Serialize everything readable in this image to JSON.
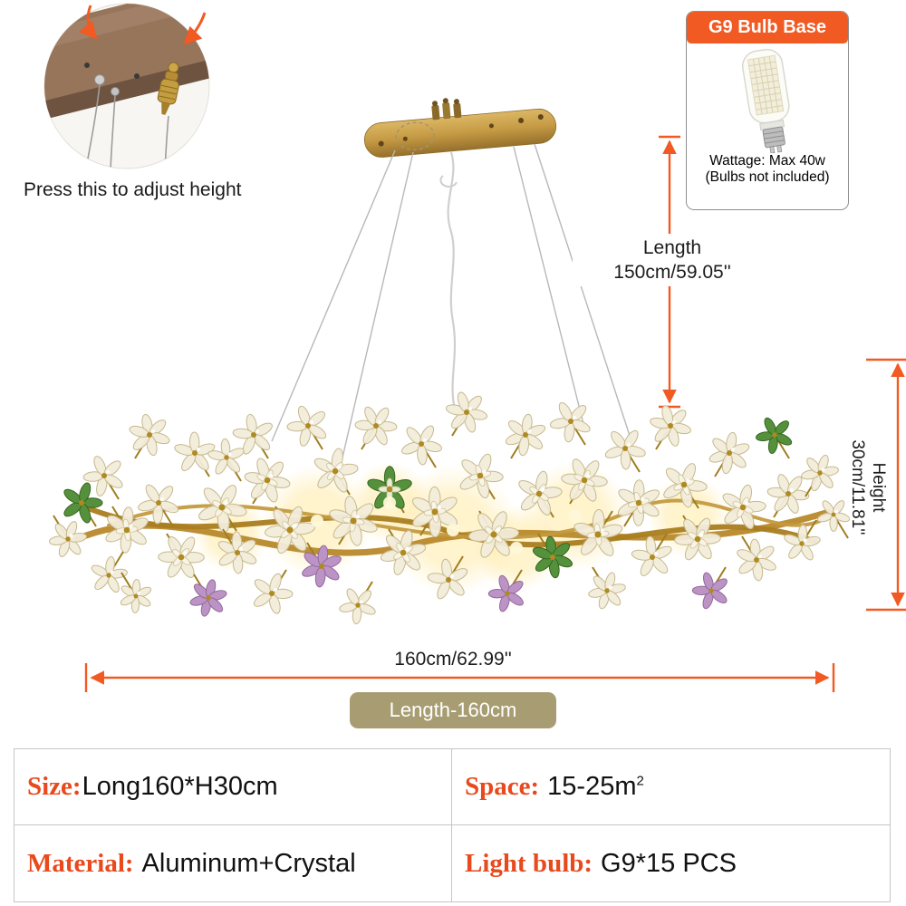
{
  "inset": {
    "caption": "Press this to adjust height"
  },
  "bulb_box": {
    "title": "G9 Bulb Base",
    "wattage": "Wattage: Max 40w",
    "note": "(Bulbs not included)"
  },
  "dimensions": {
    "cable": {
      "line1": "Length",
      "line2": "150cm/59.05''"
    },
    "height": {
      "line1": "Height",
      "line2": "30cm/11.81''"
    },
    "width": {
      "label": "160cm/62.99''"
    },
    "badge": "Length-160cm"
  },
  "spec_table": {
    "rows": [
      [
        {
          "label": "Size:",
          "value": "Long160*H30cm"
        },
        {
          "label": "Space:",
          "value": "15-25m",
          "sup": "2"
        }
      ],
      [
        {
          "label": "Material:",
          "value": "Aluminum+Crystal"
        },
        {
          "label": "Light bulb:",
          "value": "G9*15 PCS"
        }
      ]
    ]
  },
  "colors": {
    "accent_orange": "#f15a22",
    "spec_label_orange": "#e8491d",
    "badge_olive": "#a89d72",
    "branch_gold": "#b8892b"
  }
}
